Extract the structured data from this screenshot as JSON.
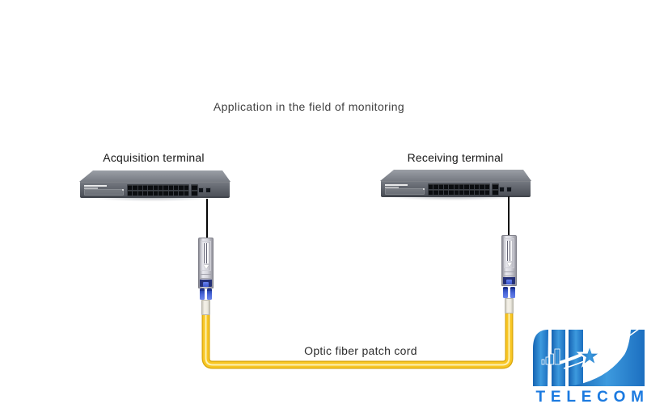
{
  "title": "Application in the field of monitoring",
  "left_device": {
    "label": "Acquisition terminal"
  },
  "right_device": {
    "label": "Receiving terminal"
  },
  "fiber": {
    "label": "Optic fiber patch cord"
  },
  "switch": {
    "ports": 24,
    "uplink_ports": 2,
    "sfp_slots": 2
  },
  "logo": {
    "wordmark": "TELECOM"
  },
  "icons": {
    "switch": "24-port-network-switch",
    "transceiver": "sfp-optical-module",
    "connector": "lc-fiber-connector"
  },
  "colors": {
    "fiber_edge": "#d8a60e",
    "fiber_yellow": "#f8c623",
    "fiber_highlight": "#fdf0b0",
    "line_black": "#060606",
    "logo_blue": "#1b7ae0",
    "logo_grad_dark": "#1563b2",
    "logo_grad_light": "#47a5e8",
    "lc_blue": "#4a66d8",
    "sfp_latch_navy": "#253178",
    "switch_gray": "#5d6169"
  }
}
